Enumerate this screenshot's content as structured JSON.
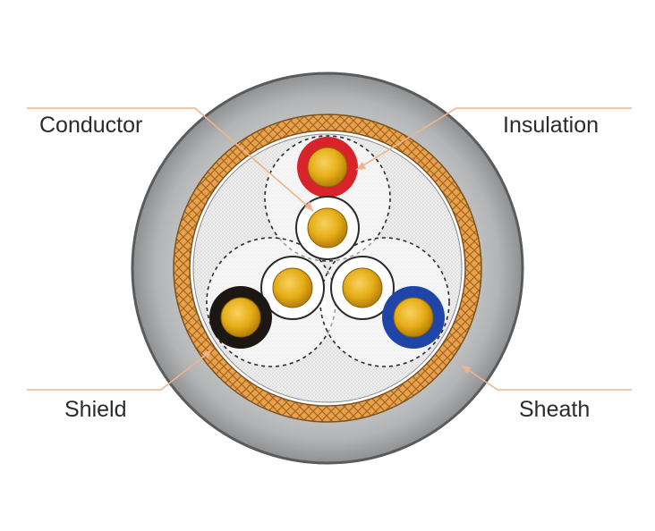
{
  "labels": {
    "conductor": "Conductor",
    "insulation": "Insulation",
    "shield": "Shield",
    "sheath": "Sheath"
  },
  "colors": {
    "sheath": "#a9aaab",
    "shield_braid": "#e0a04a",
    "filler": "#e9e9e9",
    "conductor": "#e8b21c",
    "insulation_red": "#d8232a",
    "insulation_black": "#1c1713",
    "insulation_blue": "#1f45a8",
    "insulation_white": "#ffffff",
    "leader_line": "#f0b48c"
  },
  "icons": {
    "conductor": "copper-conductor-icon",
    "insulation": "insulation-ring-icon"
  }
}
